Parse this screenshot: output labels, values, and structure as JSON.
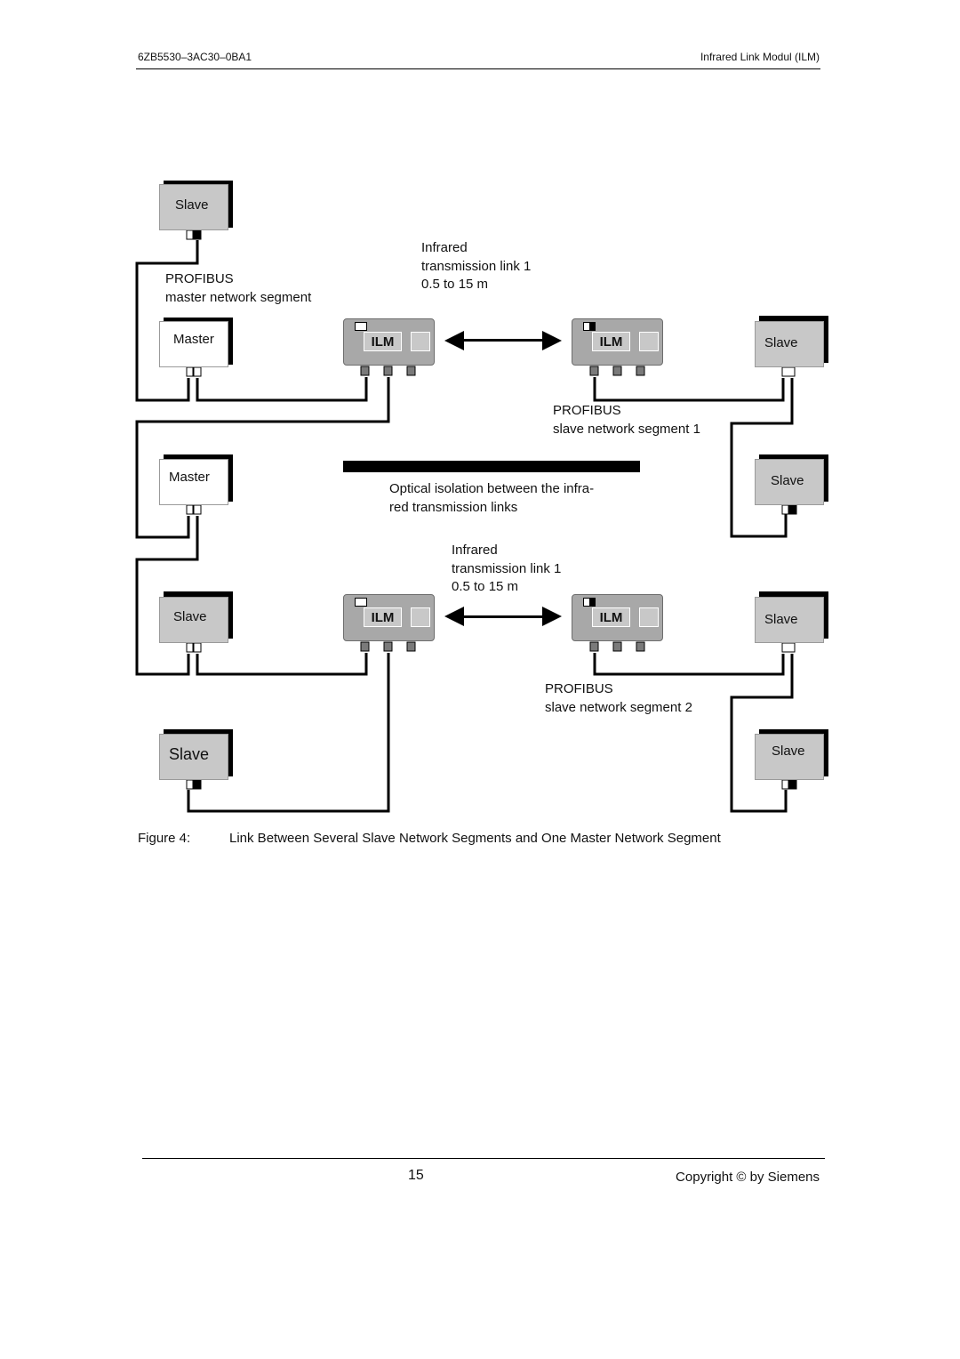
{
  "header": {
    "doc_number": "6ZB5530–3AC30–0BA1",
    "doc_title": "Infrared Link Modul (ILM)"
  },
  "diagram": {
    "device_labels": {
      "slave": "Slave",
      "master": "Master",
      "ilm": "ILM"
    },
    "infrared_link_top": [
      "Infrared",
      "transmission link 1",
      "0.5 to 15 m"
    ],
    "infrared_link_bottom": [
      "Infrared",
      "transmission link 1",
      "0.5 to 15 m"
    ],
    "master_segment": [
      "PROFIBUS",
      "master network segment"
    ],
    "slave_segment_1": [
      "PROFIBUS",
      "slave network segment 1"
    ],
    "slave_segment_2": [
      "PROFIBUS",
      "slave network segment 2"
    ],
    "optical_isolation": [
      "Optical isolation between the infra-",
      "red transmission links"
    ]
  },
  "figure": {
    "number": "Figure 4:",
    "caption": "Link Between Several Slave Network Segments and One Master Network Segment"
  },
  "footer": {
    "page_number": "15",
    "copyright": "Copyright © by Siemens"
  },
  "colors": {
    "device_fill": "#c8c8c8",
    "ilm_fill": "#a8a8a8",
    "shadow": "#000000"
  }
}
